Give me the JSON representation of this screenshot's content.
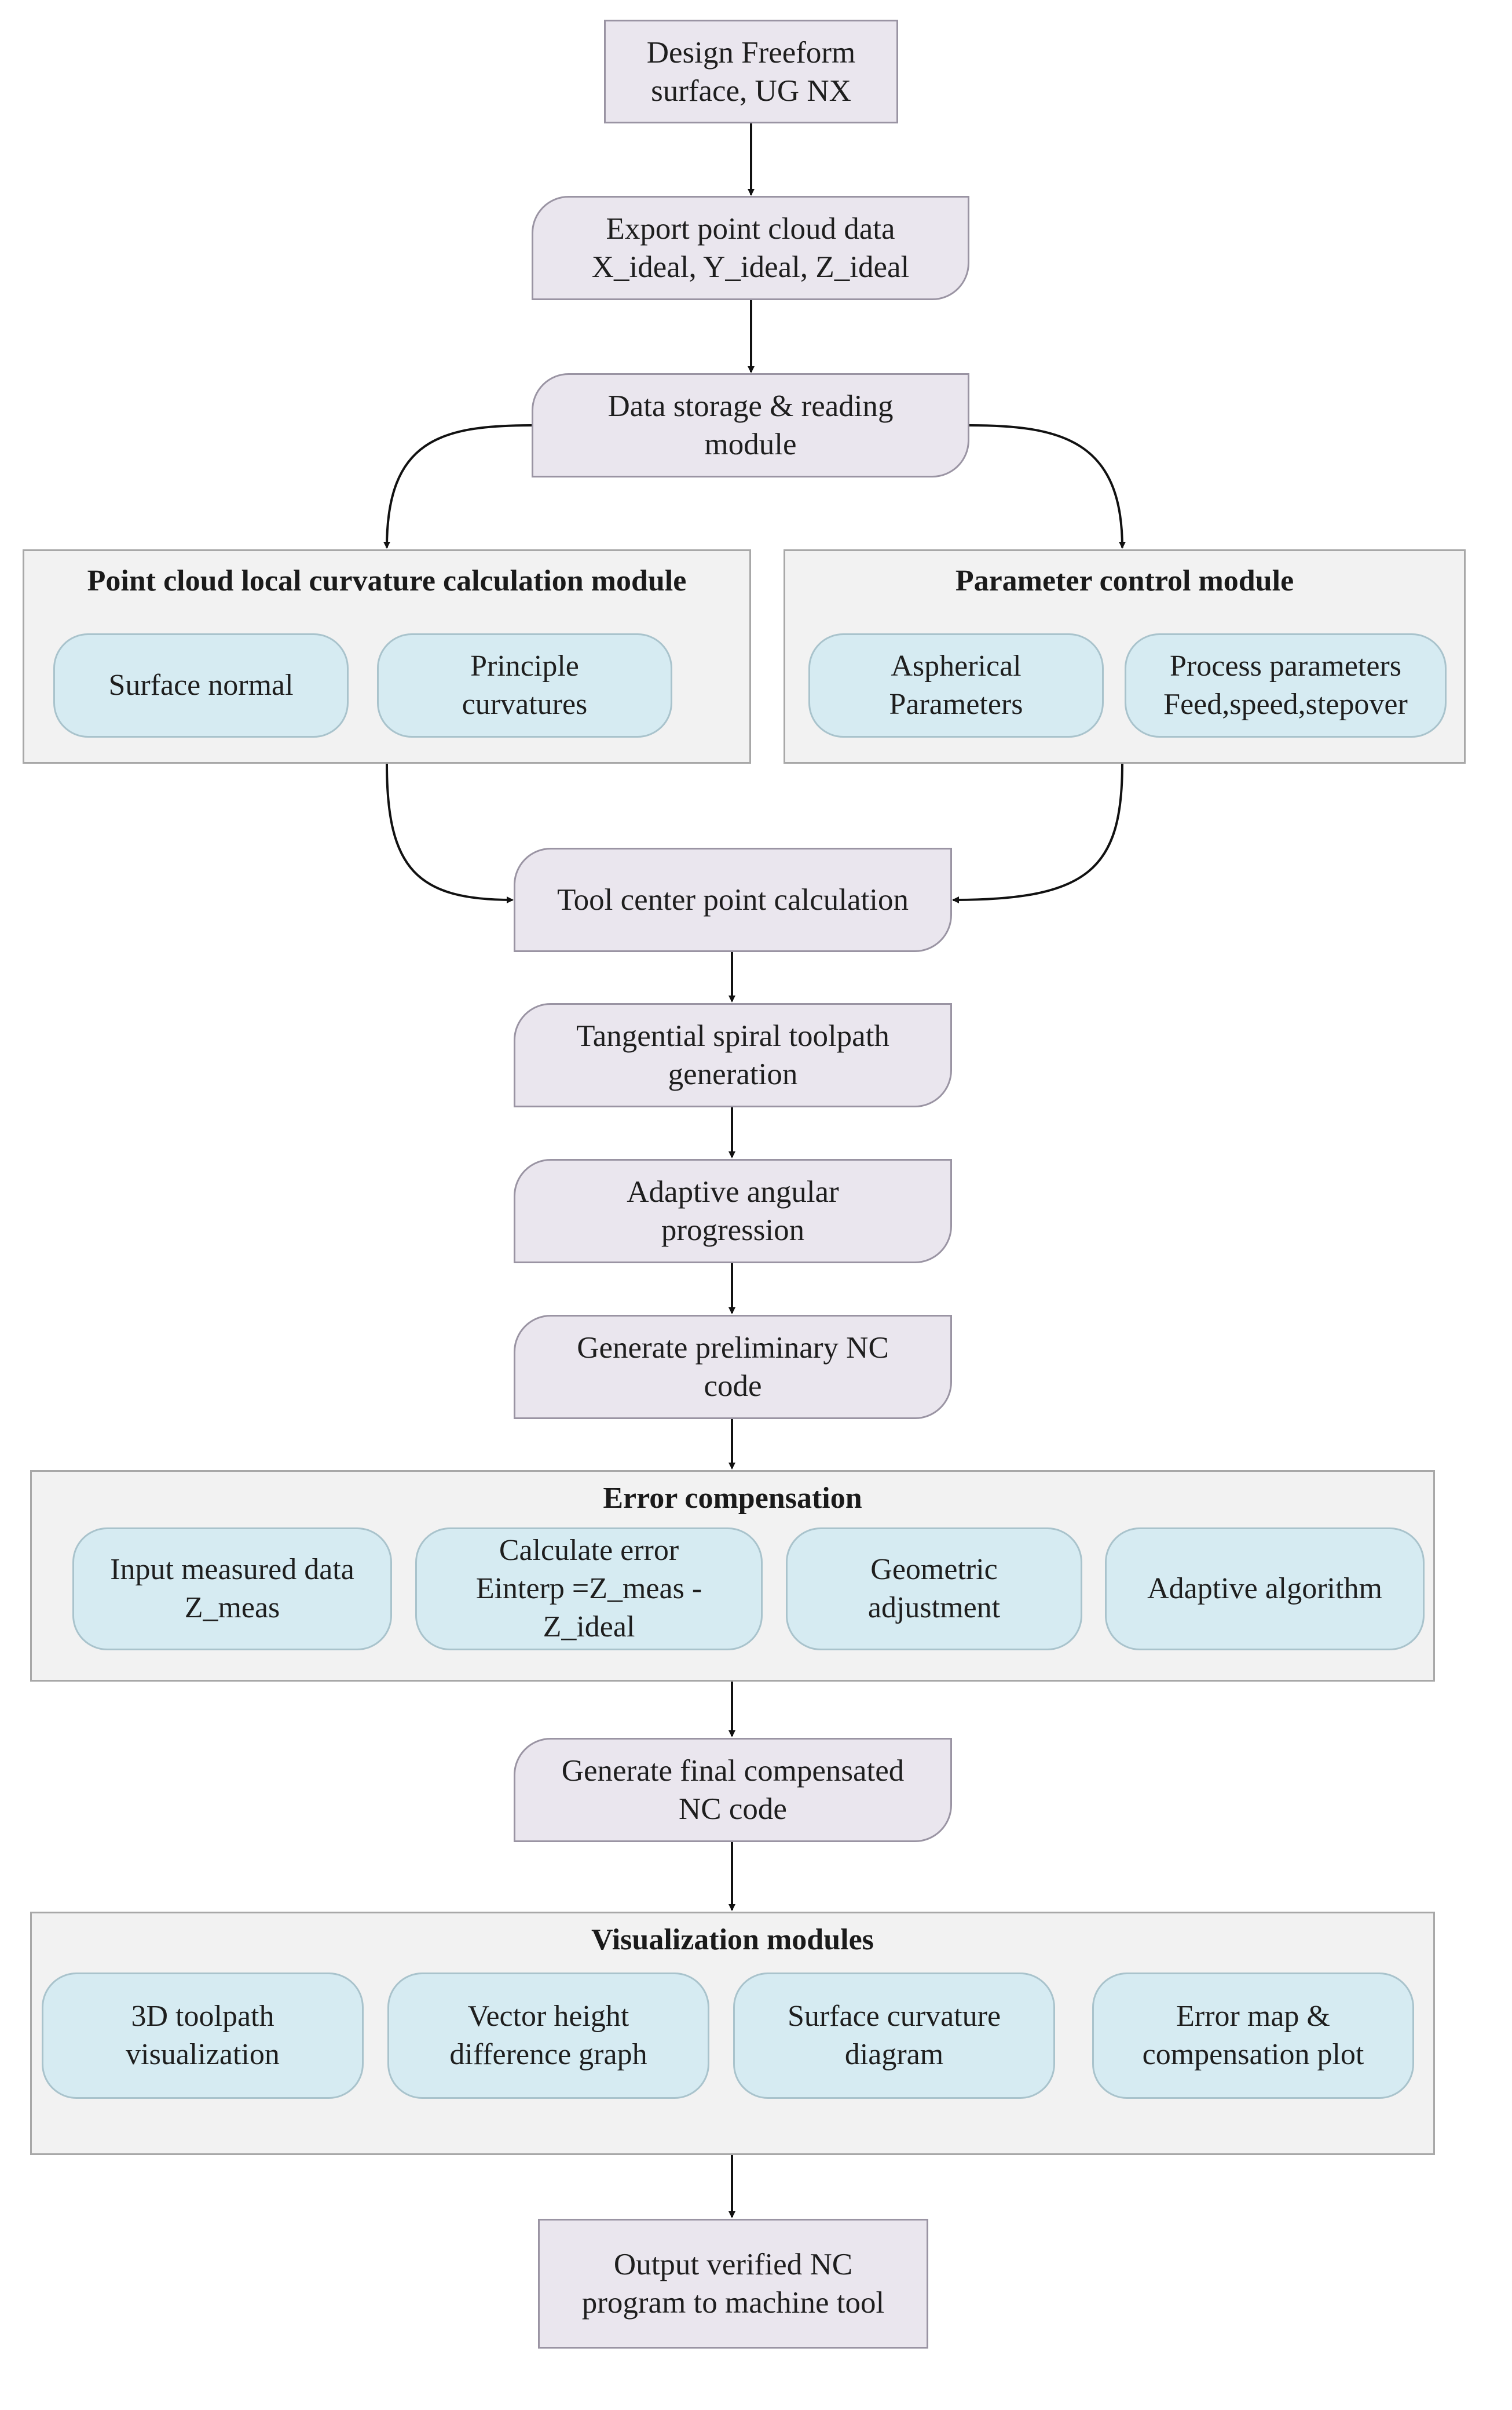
{
  "steps": {
    "design": "Design Freeform\nsurface, UG NX",
    "export": "Export point cloud data\nX_ideal, Y_ideal, Z_ideal",
    "storage": "Data storage & reading\nmodule",
    "tcp": "Tool center point calculation",
    "spiral": "Tangential spiral toolpath\ngeneration",
    "adaptive": "Adaptive angular\nprogression",
    "prelim": "Generate preliminary NC\ncode",
    "final": "Generate final compensated\nNC code",
    "output": "Output verified NC\nprogram to machine tool"
  },
  "curvature_module": {
    "title": "Point cloud local curvature calculation module",
    "items": [
      "Surface normal",
      "Principle\ncurvatures"
    ]
  },
  "parameter_module": {
    "title": "Parameter control module",
    "items": [
      "Aspherical\nParameters",
      "Process parameters\nFeed,speed,stepover"
    ]
  },
  "error_module": {
    "title": "Error compensation",
    "items": [
      "Input measured data\nZ_meas",
      "Calculate error\nEinterp =Z_meas -\nZ_ideal",
      "Geometric\nadjustment",
      "Adaptive algorithm"
    ]
  },
  "visual_module": {
    "title": "Visualization modules",
    "items": [
      "3D toolpath\nvisualization",
      "Vector height\ndifference graph",
      "Surface curvature\ndiagram",
      "Error map &\ncompensation plot"
    ]
  },
  "colors": {
    "process_fill": "#eae6ee",
    "module_fill": "#f2f2f2",
    "item_fill": "#d6ebf2",
    "arrow": "#111111"
  }
}
